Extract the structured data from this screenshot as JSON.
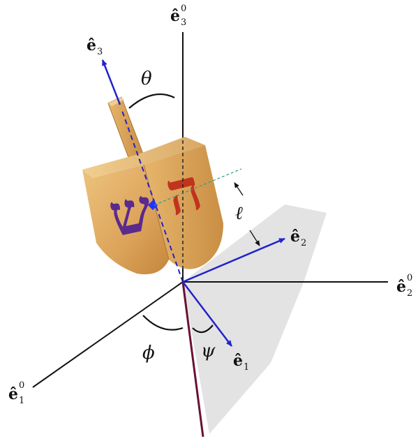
{
  "labels": {
    "e3_space": {
      "base": "ê",
      "sub": "3",
      "sup": "0"
    },
    "e2_space": {
      "base": "ê",
      "sub": "2",
      "sup": "0"
    },
    "e1_space": {
      "base": "ê",
      "sub": "1",
      "sup": "0"
    },
    "e3_body": {
      "base": "ê",
      "sub": "3"
    },
    "e2_body": {
      "base": "ê",
      "sub": "2"
    },
    "e1_body": {
      "base": "ê",
      "sub": "1"
    },
    "theta": "θ",
    "phi": "ϕ",
    "psi": "ψ",
    "ell": "ℓ"
  },
  "dreidel_letters": {
    "front": "ש",
    "side": "ה"
  },
  "colors": {
    "axis": "#111111",
    "body_axis": "#2222cc",
    "line_of_nodes": "#6a1035",
    "plane": "#e3e3e3",
    "wood_light": "#e4b46a",
    "wood_dark": "#c88b3e",
    "letter_purple": "#5b2a8c",
    "letter_red": "#c0341e",
    "center_mark": "#2233ff",
    "ell_guide": "#2f9a8a"
  }
}
